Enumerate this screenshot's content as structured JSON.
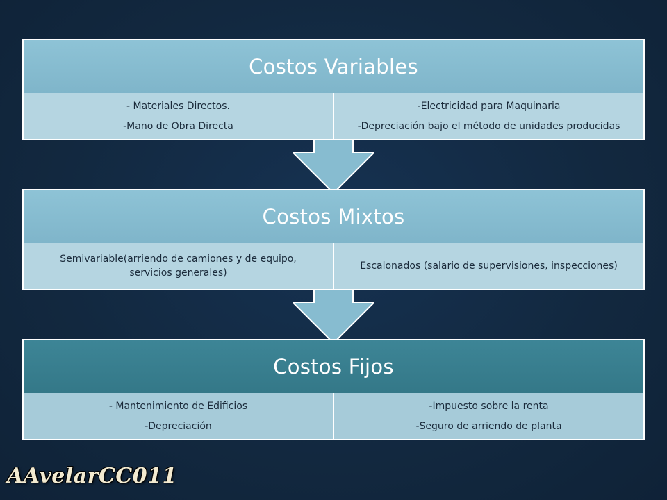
{
  "levels": [
    {
      "title": "Costos Variables",
      "left_items": [
        "- Materiales Directos.",
        "-Mano de Obra Directa"
      ],
      "right_items": [
        "-Electricidad para Maquinaria",
        "-Depreciación bajo el método de unidades producidas"
      ]
    },
    {
      "title": "Costos Mixtos",
      "left_items": [
        "Semivariable(arriendo de camiones y de equipo,",
        "servicios generales)"
      ],
      "right_items": [
        "Escalonados (salario de supervisiones, inspecciones)"
      ]
    },
    {
      "title": "Costos Fijos",
      "left_items": [
        "- Mantenimiento de Edificios",
        "-Depreciación"
      ],
      "right_items": [
        "-Impuesto sobre la renta",
        "-Seguro de arriendo de planta"
      ]
    }
  ],
  "signature": "AAvelarCC011",
  "colors": {
    "background": "#11273f",
    "light_header": "#86bcd0",
    "light_subrow": "#b5d5e1",
    "dark_header": "#3a8193",
    "dark_subrow": "#a6cbd9",
    "arrow": "#87bcd0"
  }
}
